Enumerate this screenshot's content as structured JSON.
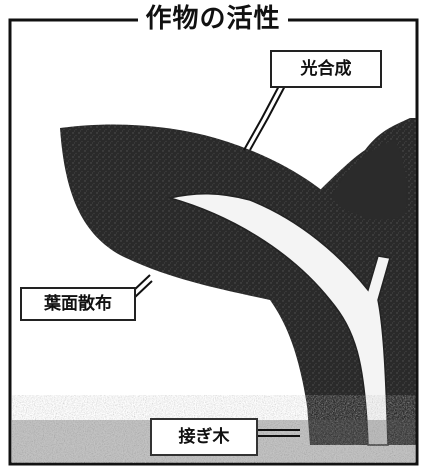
{
  "title": "作物の活性",
  "labels": {
    "photosynthesis": "光合成",
    "foliar_spray": "葉面散布",
    "grafting": "接ぎ木"
  }
}
